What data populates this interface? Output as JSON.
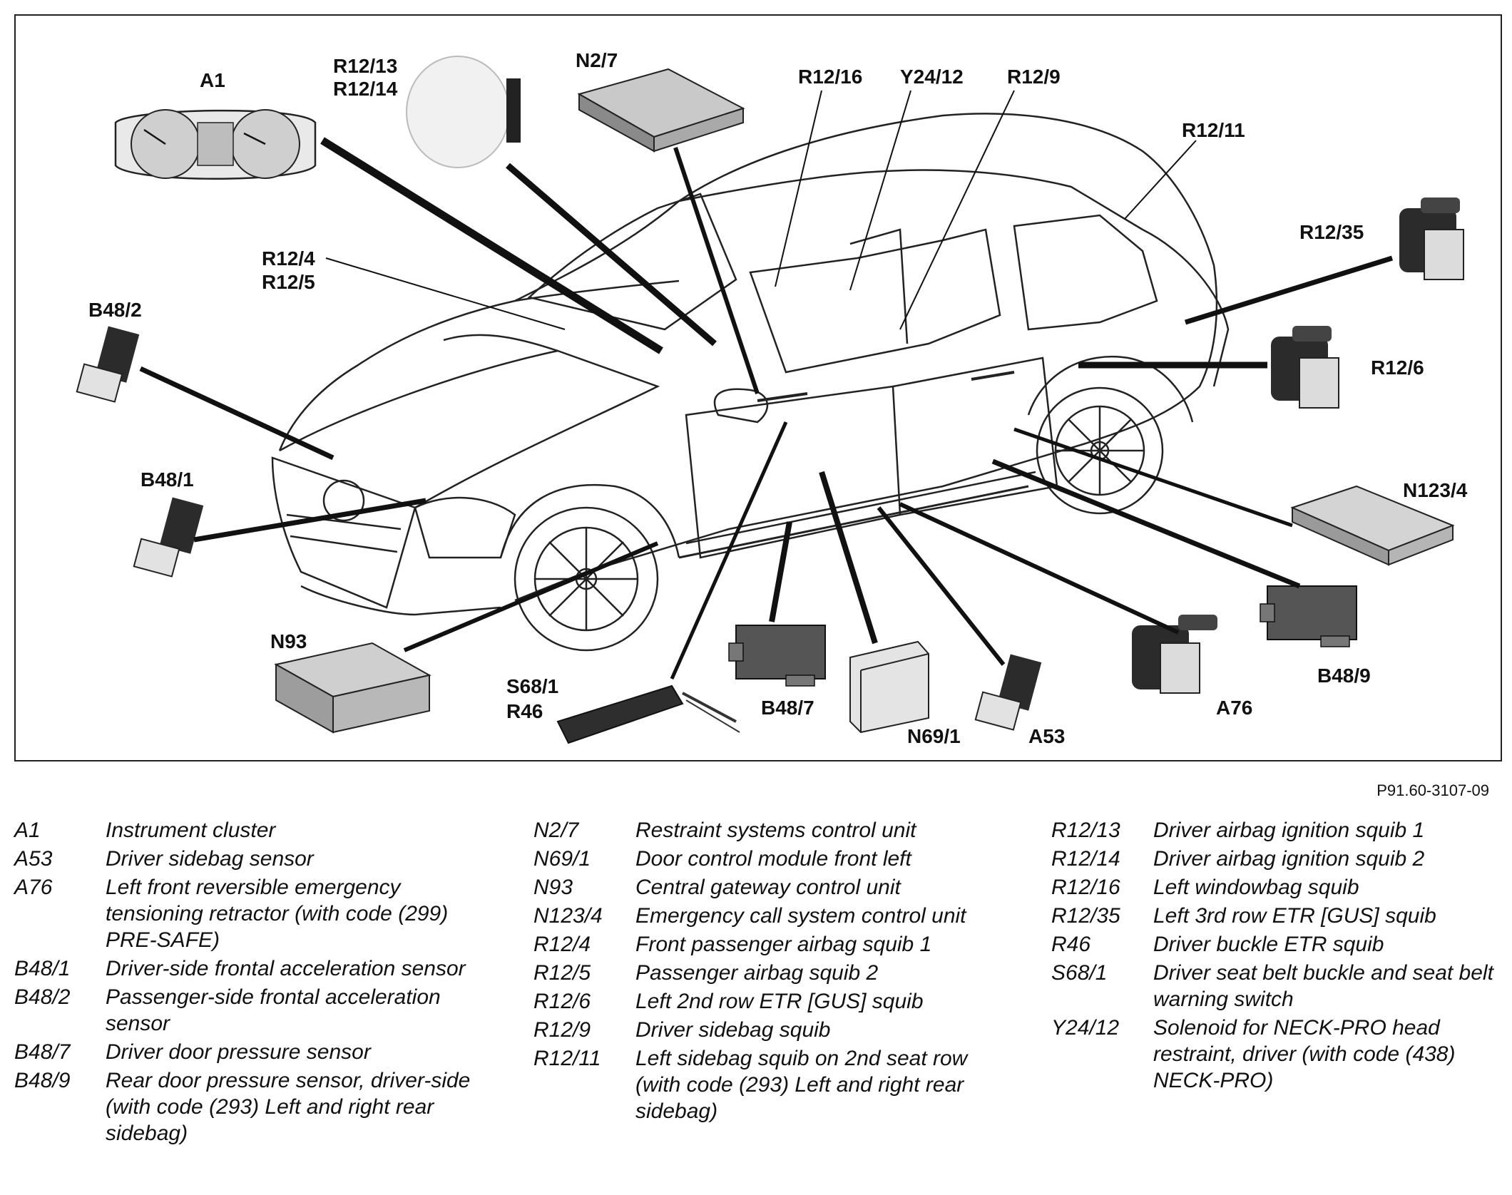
{
  "figure": {
    "reference": "P91.60-3107-09",
    "callouts": {
      "a1": "A1",
      "r12_13": "R12/13",
      "r12_14": "R12/14",
      "n2_7": "N2/7",
      "r12_16": "R12/16",
      "y24_12": "Y24/12",
      "r12_9": "R12/9",
      "r12_11": "R12/11",
      "r12_35": "R12/35",
      "r12_4": "R12/4",
      "r12_5": "R12/5",
      "b48_2": "B48/2",
      "r12_6": "R12/6",
      "b48_1": "B48/1",
      "n123_4": "N123/4",
      "n93": "N93",
      "s68_1": "S68/1",
      "r46": "R46",
      "b48_7": "B48/7",
      "n69_1": "N69/1",
      "a53": "A53",
      "a76": "A76",
      "b48_9": "B48/9"
    }
  },
  "legend": {
    "col1": [
      {
        "code": "A1",
        "desc": "Instrument cluster"
      },
      {
        "code": "A53",
        "desc": "Driver sidebag sensor"
      },
      {
        "code": "A76",
        "desc": "Left front reversible emergency tensioning retractor (with code (299) PRE-SAFE)"
      },
      {
        "code": "B48/1",
        "desc": "Driver-side frontal acceleration sensor"
      },
      {
        "code": "B48/2",
        "desc": "Passenger-side frontal acceleration sensor"
      },
      {
        "code": "B48/7",
        "desc": "Driver door pressure sensor"
      },
      {
        "code": "B48/9",
        "desc": "Rear door pressure sensor, driver-side (with code (293) Left and right rear sidebag)"
      }
    ],
    "col2": [
      {
        "code": "N2/7",
        "desc": "Restraint systems control unit"
      },
      {
        "code": "N69/1",
        "desc": "Door control module front left"
      },
      {
        "code": "N93",
        "desc": "Central gateway control unit"
      },
      {
        "code": "N123/4",
        "desc": "Emergency call system control unit"
      },
      {
        "code": "R12/4",
        "desc": "Front passenger airbag squib 1"
      },
      {
        "code": "R12/5",
        "desc": "Passenger airbag squib 2"
      },
      {
        "code": "R12/6",
        "desc": "Left 2nd row ETR [GUS] squib"
      },
      {
        "code": "R12/9",
        "desc": "Driver sidebag squib"
      },
      {
        "code": "R12/11",
        "desc": "Left sidebag squib on 2nd seat row (with code (293) Left and right rear sidebag)"
      }
    ],
    "col3": [
      {
        "code": "R12/13",
        "desc": "Driver airbag ignition squib 1"
      },
      {
        "code": "R12/14",
        "desc": "Driver airbag ignition squib 2"
      },
      {
        "code": "R12/16",
        "desc": "Left windowbag squib"
      },
      {
        "code": "R12/35",
        "desc": "Left 3rd row ETR [GUS] squib"
      },
      {
        "code": "R46",
        "desc": "Driver buckle ETR squib"
      },
      {
        "code": "S68/1",
        "desc": "Driver seat belt buckle and seat belt warning switch"
      },
      {
        "code": "Y24/12",
        "desc": "Solenoid for NECK-PRO head restraint, driver (with code (438) NECK-PRO)"
      }
    ]
  }
}
